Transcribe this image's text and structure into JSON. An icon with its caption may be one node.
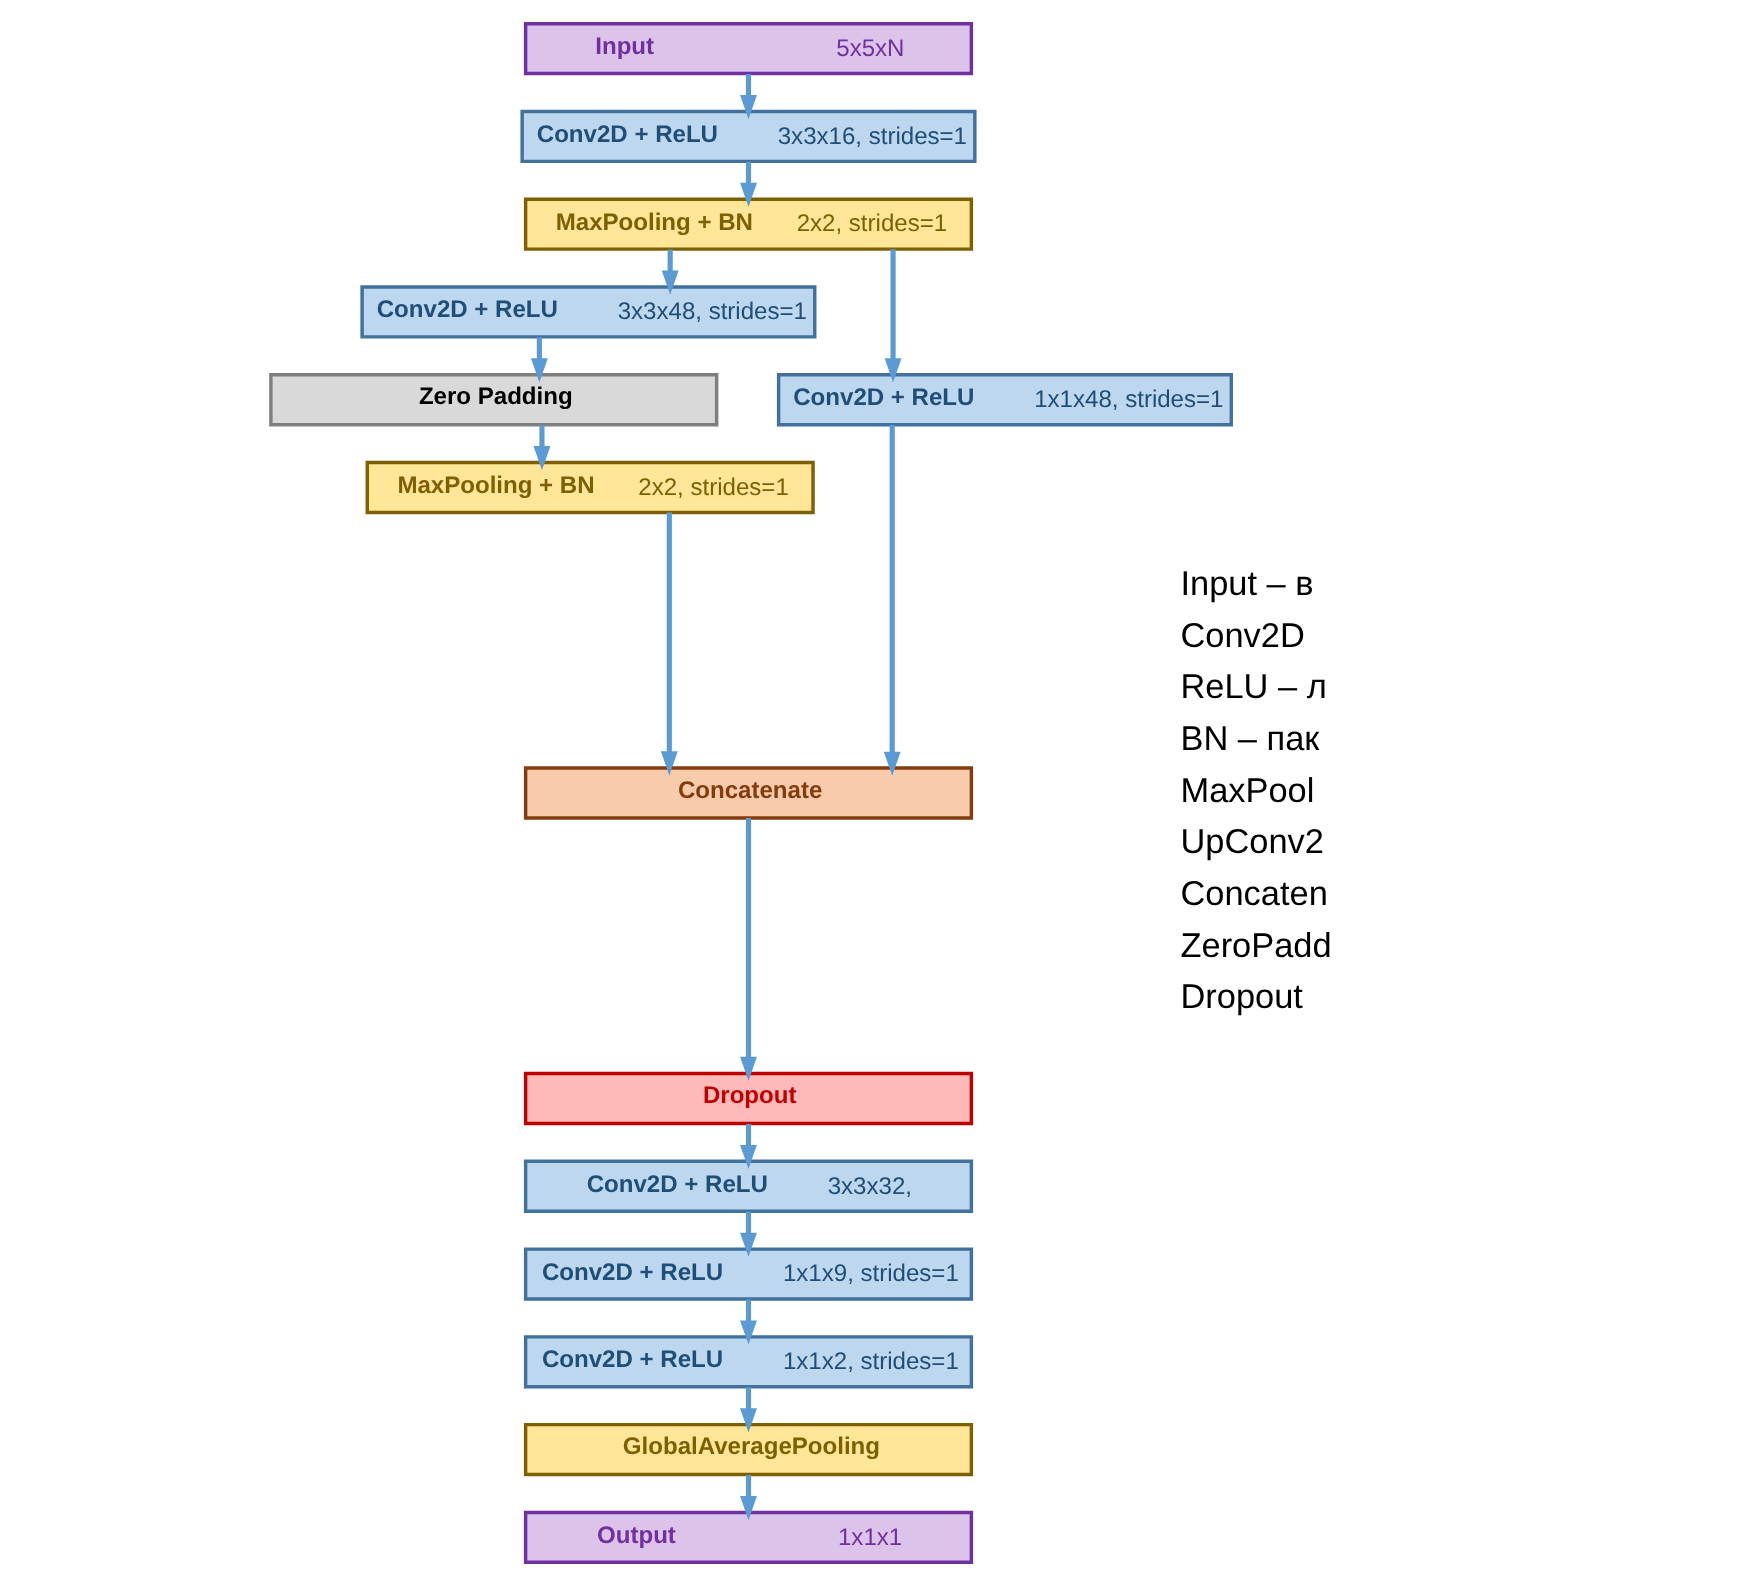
{
  "diagram": {
    "nodes": [
      {
        "text": [
          "Input",
          "5x5xN"
        ]
      },
      {
        "text": [
          "Conv2D + ReLU",
          "3x3x16, strides=1"
        ]
      },
      {
        "text": [
          "MaxPooling + BN",
          "2x2, strides=1"
        ]
      },
      {
        "text": [
          "Conv2D + ReLU",
          "3x3x48, strides=1"
        ]
      },
      {
        "text": [
          "Conv2D + ReLU",
          "1x1x48, strides=1"
        ]
      },
      {
        "text": [
          "Zero Padding"
        ]
      },
      {
        "text": [
          "MaxPooling + BN",
          "2x2, strides=1"
        ]
      },
      {
        "text": [
          "Concatenate"
        ]
      },
      {
        "text": [
          "Dropout"
        ]
      },
      {
        "text": [
          "Conv2D + ReLU",
          "3x3x32,"
        ]
      },
      {
        "text": [
          "Conv2D + ReLU",
          "1x1x9, strides=1"
        ]
      },
      {
        "text": [
          "Conv2D + ReLU",
          "1x1x2, strides=1"
        ]
      },
      {
        "text": [
          "GlobalAveragePooling"
        ]
      },
      {
        "text": [
          "Output",
          "1x1x1"
        ]
      }
    ],
    "edges": [
      {
        "from": 0,
        "to": 1,
        "arrow": "to"
      },
      {
        "from": 1,
        "to": 2,
        "arrow": "to"
      },
      {
        "from": 2,
        "to": 3,
        "arrow": "to"
      },
      {
        "from": 2,
        "to": 4,
        "arrow": "to"
      },
      {
        "from": 3,
        "to": 5,
        "arrow": "to"
      },
      {
        "from": 5,
        "to": 6,
        "arrow": "to"
      },
      {
        "from": 4,
        "to": 7,
        "arrow": "to"
      },
      {
        "from": 6,
        "to": 7,
        "arrow": "to"
      },
      {
        "from": 7,
        "to": 8,
        "arrow": "to"
      },
      {
        "from": 8,
        "to": 9,
        "arrow": "to"
      },
      {
        "from": 9,
        "to": 10,
        "arrow": "to"
      },
      {
        "from": 10,
        "to": 11,
        "arrow": "to"
      },
      {
        "from": 11,
        "to": 12,
        "arrow": "to"
      },
      {
        "from": 12,
        "to": 13,
        "arrow": "to"
      }
    ],
    "labels": [
      "Input – в",
      "Conv2D",
      "ReLU – л",
      "BN – пак",
      "MaxPool",
      "UpConv2",
      "Concaten",
      "ZeroPadd",
      "Dropout"
    ]
  }
}
